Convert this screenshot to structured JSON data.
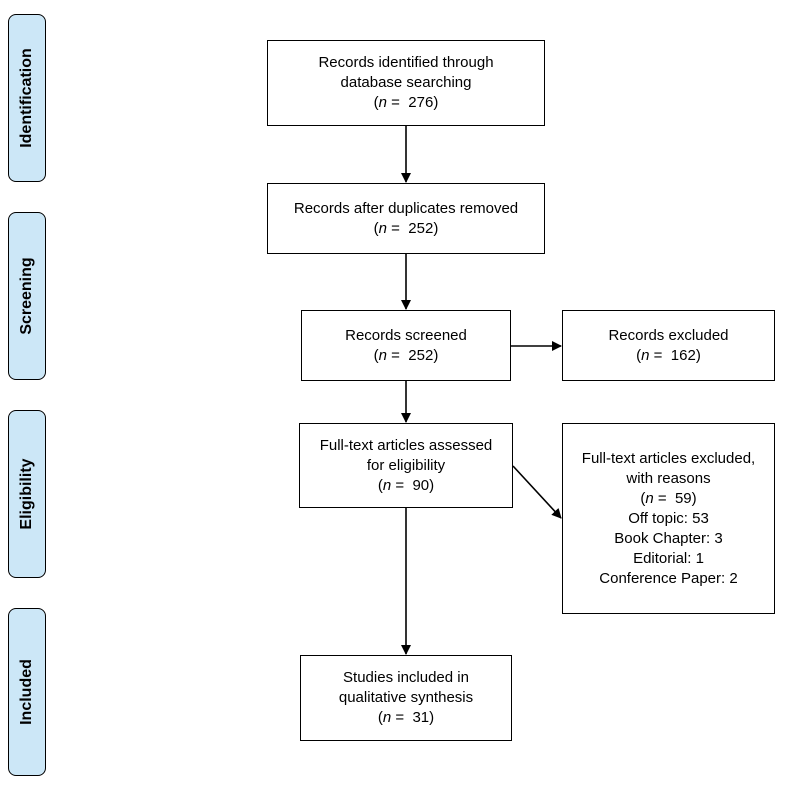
{
  "stages": {
    "identification": "Identification",
    "screening": "Screening",
    "eligibility": "Eligibility",
    "included": "Included"
  },
  "boxes": {
    "identified": {
      "lines": [
        "Records identified through",
        "database searching"
      ],
      "n_label": "n",
      "n_value": "276"
    },
    "after_duplicates": {
      "lines": [
        "Records after duplicates removed"
      ],
      "n_label": "n",
      "n_value": "252"
    },
    "screened": {
      "lines": [
        "Records screened"
      ],
      "n_label": "n",
      "n_value": "252"
    },
    "excluded": {
      "lines": [
        "Records excluded"
      ],
      "n_label": "n",
      "n_value": "162"
    },
    "fulltext_assessed": {
      "lines": [
        "Full-text articles assessed",
        "for eligibility"
      ],
      "n_label": "n",
      "n_value": "90"
    },
    "fulltext_excluded": {
      "lines": [
        "Full-text articles excluded,",
        "with reasons"
      ],
      "n_label": "n",
      "n_value": "59",
      "reasons": [
        "Off topic: 53",
        "Book Chapter: 3",
        "Editorial: 1",
        "Conference Paper: 2"
      ]
    },
    "included": {
      "lines": [
        "Studies included in",
        "qualitative synthesis"
      ],
      "n_label": "n",
      "n_value": "31"
    }
  }
}
